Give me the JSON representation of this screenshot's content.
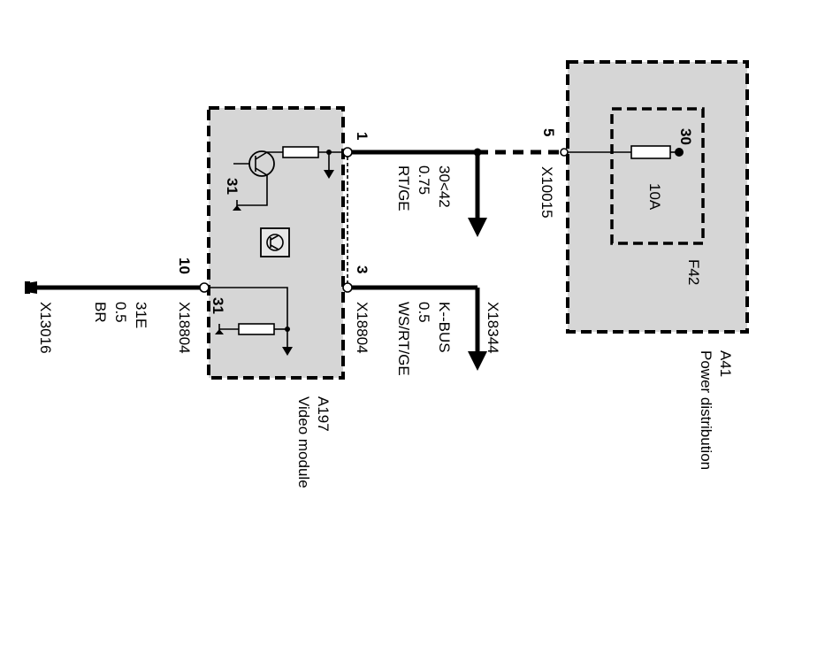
{
  "video_module": {
    "id": "A197",
    "name": "Video module",
    "ground_top": "31",
    "ground_bottom": "31"
  },
  "power_distribution": {
    "id": "A41",
    "name": "Power distribution",
    "fuse_id": "F42",
    "fuse_rating": "10A",
    "fuse_terminal": "30"
  },
  "pins": {
    "pin1": "1",
    "pin3": "3",
    "pin10": "10",
    "pin5": "5"
  },
  "wire_supply": {
    "signal": "30<42",
    "gauge": "0.75",
    "color": "RT/GE",
    "connector": "X10015"
  },
  "wire_kbus": {
    "signal": "K--BUS",
    "gauge": "0.5",
    "color": "WS/RT/GE",
    "connector_module": "X18804",
    "connector_end": "X18344"
  },
  "wire_ground": {
    "signal": "31E",
    "gauge": "0.5",
    "color": "BR",
    "connector_module": "X18804",
    "connector_end": "X13016"
  }
}
